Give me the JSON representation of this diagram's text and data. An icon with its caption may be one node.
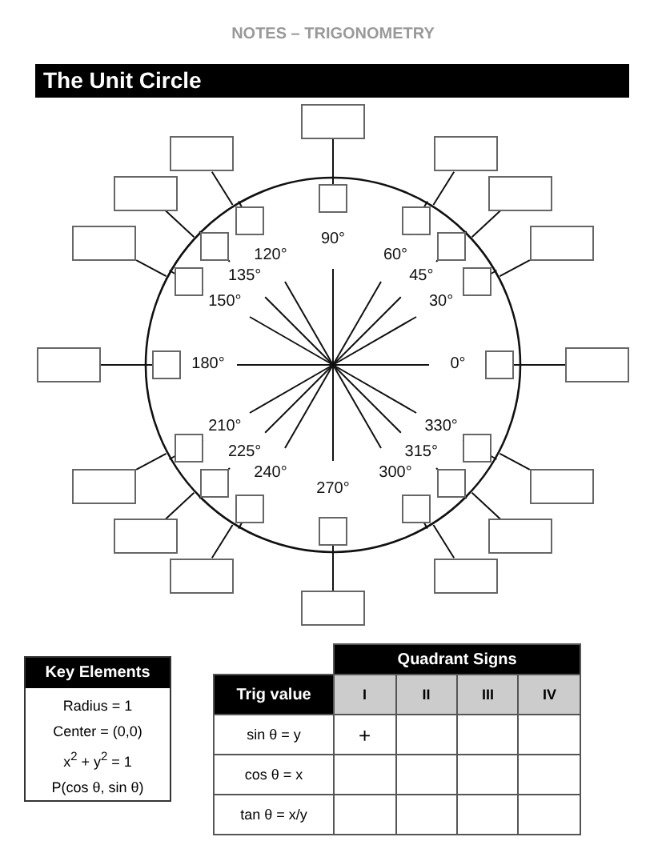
{
  "diagram": {
    "title": "The Unit Circle",
    "nodes": [
      {
        "text": [],
        "shape": "circle"
      },
      {
        "text": [],
        "shape": "box"
      },
      {
        "text": [],
        "shape": "box"
      },
      {
        "text": [],
        "shape": "box"
      },
      {
        "text": [],
        "shape": "box"
      },
      {
        "text": [],
        "shape": "box"
      },
      {
        "text": [],
        "shape": "box"
      },
      {
        "text": [],
        "shape": "box"
      },
      {
        "text": [],
        "shape": "box"
      },
      {
        "text": [],
        "shape": "box"
      },
      {
        "text": [],
        "shape": "box"
      },
      {
        "text": [],
        "shape": "box"
      },
      {
        "text": [],
        "shape": "box"
      },
      {
        "text": [],
        "shape": "box"
      },
      {
        "text": [],
        "shape": "box"
      },
      {
        "text": [],
        "shape": "box"
      },
      {
        "text": [],
        "shape": "box"
      },
      {
        "text": [],
        "shape": "box",
        "in": 0
      },
      {
        "text": [],
        "shape": "box",
        "in": 0
      },
      {
        "text": [],
        "shape": "box",
        "in": 0
      },
      {
        "text": [],
        "shape": "box",
        "in": 0
      },
      {
        "text": [],
        "shape": "box",
        "in": 0
      },
      {
        "text": [],
        "shape": "box",
        "in": 0
      },
      {
        "text": [],
        "shape": "box",
        "in": 0
      },
      {
        "text": [],
        "shape": "box",
        "in": 0
      },
      {
        "text": [],
        "shape": "box",
        "in": 0
      },
      {
        "text": [],
        "shape": "box",
        "in": 0
      },
      {
        "text": [],
        "shape": "box",
        "in": 0
      },
      {
        "text": [],
        "shape": "box",
        "in": 0
      },
      {
        "text": [],
        "shape": "box",
        "in": 0
      },
      {
        "text": [],
        "shape": "box",
        "in": 0
      },
      {
        "text": [],
        "shape": "box",
        "in": 0
      },
      {
        "text": [],
        "shape": "box",
        "in": 0
      },
      {
        "text": [
          "Key Elements",
          "Radius = 1",
          "Center = (0,0)",
          "x$^{2}$ + y$^{2}$ = 1",
          "P(cos θ, sin θ)"
        ]
      }
    ],
    "edges": [
      {
        "from": 1,
        "to": 0,
        "arrow": "none"
      },
      {
        "from": 2,
        "to": 0,
        "arrow": "none"
      },
      {
        "from": 3,
        "to": 0,
        "arrow": "none"
      },
      {
        "from": 4,
        "to": 0,
        "arrow": "none"
      },
      {
        "from": 5,
        "to": 0,
        "arrow": "none"
      },
      {
        "from": 6,
        "to": 0,
        "arrow": "none"
      },
      {
        "from": 7,
        "to": 0,
        "arrow": "none"
      },
      {
        "from": 8,
        "to": 0,
        "arrow": "none"
      },
      {
        "from": 9,
        "to": 0,
        "arrow": "none"
      },
      {
        "from": 10,
        "to": 0,
        "arrow": "none"
      },
      {
        "from": 11,
        "to": 0,
        "arrow": "none"
      },
      {
        "from": 12,
        "to": 0,
        "arrow": "none"
      },
      {
        "from": 13,
        "to": 0,
        "arrow": "none"
      },
      {
        "from": 14,
        "to": 0,
        "arrow": "none"
      },
      {
        "from": 15,
        "to": 0,
        "arrow": "none"
      },
      {
        "from": 16,
        "to": 0,
        "arrow": "none"
      },
      {
        "from": 17,
        "to": 0,
        "arrow": "none"
      },
      {
        "from": 18,
        "to": 0,
        "arrow": "none"
      },
      {
        "from": 19,
        "to": 0,
        "arrow": "none"
      },
      {
        "from": 20,
        "to": 0,
        "arrow": "none"
      },
      {
        "from": 21,
        "to": 0,
        "arrow": "none"
      },
      {
        "from": 22,
        "to": 0,
        "arrow": "none"
      },
      {
        "from": 23,
        "to": 0,
        "arrow": "none"
      },
      {
        "from": 24,
        "to": 0,
        "arrow": "none"
      },
      {
        "from": 25,
        "to": 0,
        "arrow": "none"
      },
      {
        "from": 26,
        "to": 0,
        "arrow": "none"
      },
      {
        "from": 27,
        "to": 0,
        "arrow": "none"
      },
      {
        "from": 28,
        "to": 0,
        "arrow": "none"
      },
      {
        "from": 29,
        "to": 0,
        "arrow": "none"
      },
      {
        "from": 30,
        "to": 0,
        "arrow": "none"
      },
      {
        "from": 31,
        "to": 0,
        "arrow": "none"
      },
      {
        "from": 32,
        "to": 0,
        "arrow": "none"
      }
    ],
    "labels": [
      "NOTES – TRIGONOMETRY",
      "90°",
      "120°",
      "60°",
      "135°",
      "45°",
      "150°",
      "30°",
      "180°",
      "0°",
      "210°",
      "330°",
      "225°",
      "315°",
      "240°",
      "300°",
      "270°",
      "Quadrant Signs",
      "Trig value",
      "I",
      "II",
      "III",
      "IV",
      "sin θ = y",
      "+",
      "cos θ = x",
      "tan θ = x/y"
    ]
  }
}
